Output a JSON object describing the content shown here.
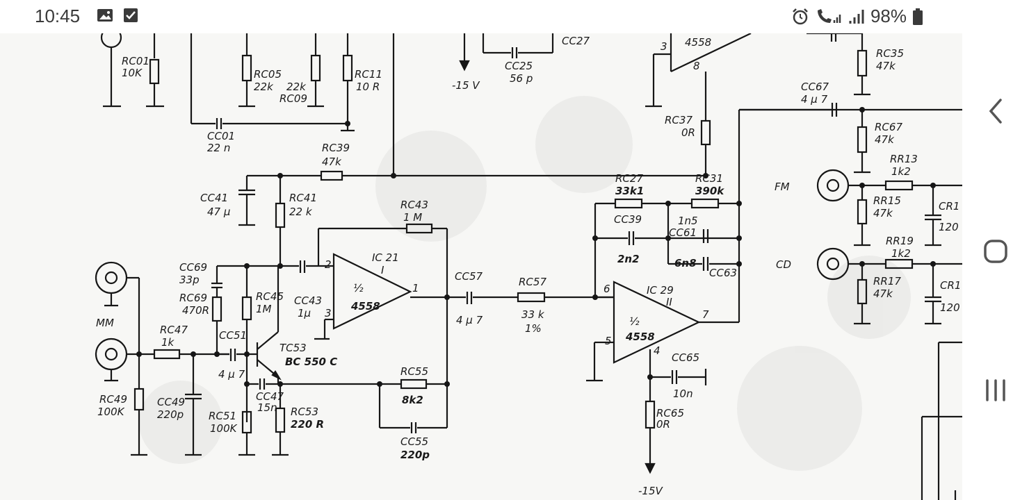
{
  "status_bar": {
    "time": "10:45",
    "left_icons": [
      "image-icon",
      "checkbox-icon"
    ],
    "right_icons": [
      "alarm-icon",
      "wifi-calling-icon",
      "signal-icon",
      "signal-icon"
    ],
    "battery": "98%"
  },
  "nav_bar": {
    "back": "back-icon",
    "home": "home-icon",
    "recents": "recents-icon"
  },
  "schematic": {
    "labels": {
      "rc01": "RC01",
      "rc01_v": "10K",
      "rc05": "RC05",
      "rc05_v": "22k",
      "rc09_v": "22k",
      "rc09": "RC09",
      "rc11": "RC11",
      "rc11_v": "10 R",
      "cc01": "CC01",
      "cc01_v": "22 n",
      "cc27": "CC27",
      "cc25": "CC25",
      "cc25_v": "56 p",
      "neg15_top": "-15 V",
      "rc39": "RC39",
      "rc39_v": "47k",
      "cc41": "CC41",
      "cc41_v": "47 μ",
      "rc41": "RC41",
      "rc41_v": "22 k",
      "rc43": "RC43",
      "rc43_v": "1 M",
      "ic21": "IC 21",
      "ic21_u": "I",
      "ic21_chip": "4558",
      "half1": "½",
      "cc69": "CC69",
      "cc69_v": "33p",
      "rc69": "RC69",
      "rc69_v": "470R",
      "rc45": "RC45",
      "rc45_v": "1M",
      "cc43": "CC43",
      "cc43_v": "1μ",
      "cc57": "CC57",
      "cc57_v": "4 μ 7",
      "rc57": "RC57",
      "rc57_v": "33 k",
      "rc57_t": "1%",
      "mm": "MM",
      "rc47": "RC47",
      "rc47_v": "1k",
      "cc51": "CC51",
      "cc51_v": "4 μ 7",
      "tc53": "TC53",
      "tc53_v": "BC 550 C",
      "rc55": "RC55",
      "rc55_v": "8k2",
      "cc47": "CC47",
      "cc47_v": "15n",
      "rc49": "RC49",
      "rc49_v": "100K",
      "cc49": "CC49",
      "cc49_v": "220p",
      "rc51": "RC51",
      "rc51_v": "100K",
      "rc53": "RC53",
      "rc53_v": "220 R",
      "cc55": "CC55",
      "cc55_v": "220p",
      "ic29": "IC 29",
      "ic29_u": "II",
      "ic29_chip": "4558",
      "half2": "½",
      "rc37": "RC37",
      "rc37_v": "0R",
      "ic_top_chip": "4558",
      "rc27": "RC27",
      "rc27_v": "33k1",
      "rc31": "RC31",
      "rc31_v": "390k",
      "cc39": "CC39",
      "cc39_v": "2n2",
      "cc61": "CC61",
      "cc61_v": "1n5",
      "cc63": "CC63",
      "cc63_v": "6n8",
      "cc65": "CC65",
      "cc65_v": "10n",
      "rc65": "RC65",
      "rc65_v": "0R",
      "neg15_bot": "-15V",
      "rc35": "RC35",
      "rc35_v": "47k",
      "cc67": "CC67",
      "cc67_v": "4 μ 7",
      "rc67": "RC67",
      "rc67_v": "47k",
      "fm": "FM",
      "rr13": "RR13",
      "rr13_v": "1k2",
      "rr15": "RR15",
      "rr15_v": "47k",
      "cr1a": "CR1",
      "cr1a_v": "120",
      "cd": "CD",
      "rr19": "RR19",
      "rr19_v": "1k2",
      "rr17": "RR17",
      "rr17_v": "47k",
      "cr1b": "CR1",
      "cr1b_v": "120",
      "pin2": "2",
      "pin3": "3",
      "pin1": "1",
      "pin6": "6",
      "pin5": "5",
      "pin7": "7",
      "pin4": "4",
      "pin8": "8",
      "pin3b": "3"
    }
  }
}
